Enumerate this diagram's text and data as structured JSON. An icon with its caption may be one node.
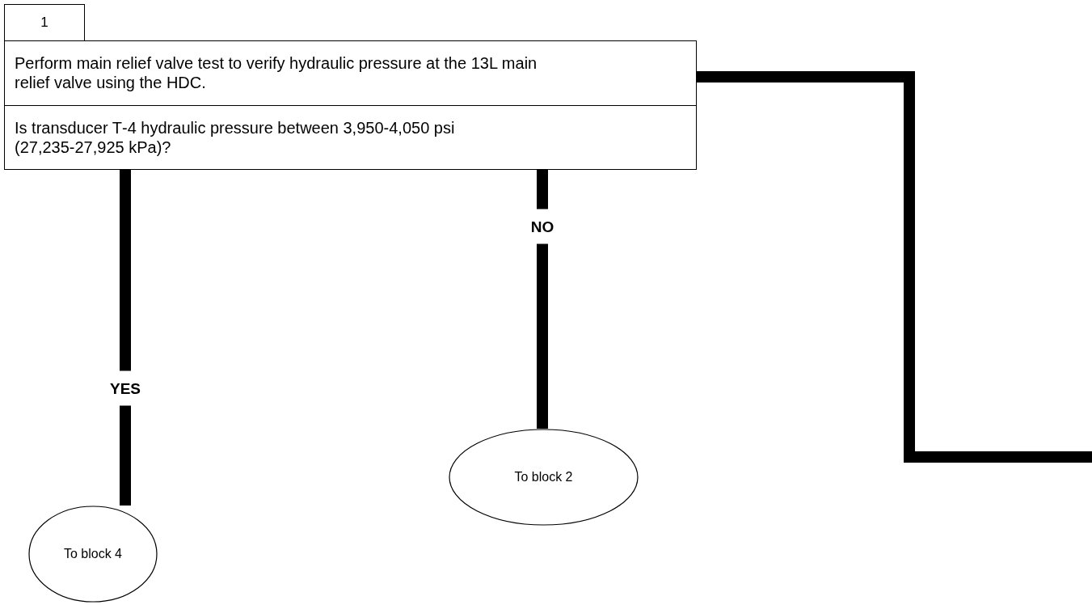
{
  "diagram": {
    "nodes": [
      {
        "text": [
          "1"
        ]
      },
      {
        "text": [
          "Perform main relief valve test to verify hydraulic pressure at the 13L main relief valve using the HDC.",
          "Is transducer T‑4 hydraulic pressure between 3,950‑4,050 psi (27,235‑27,925 kPa)?"
        ]
      },
      {
        "text": [
          "To block 4"
        ]
      },
      {
        "text": [
          "To block 2"
        ]
      }
    ],
    "edges": [
      {
        "from": 1,
        "to": 2,
        "arrow": "none",
        "label": "YES"
      },
      {
        "from": 1,
        "to": 3,
        "arrow": "none",
        "label": "NO"
      },
      {
        "from": 1,
        "to": null,
        "arrow": "none"
      }
    ]
  }
}
